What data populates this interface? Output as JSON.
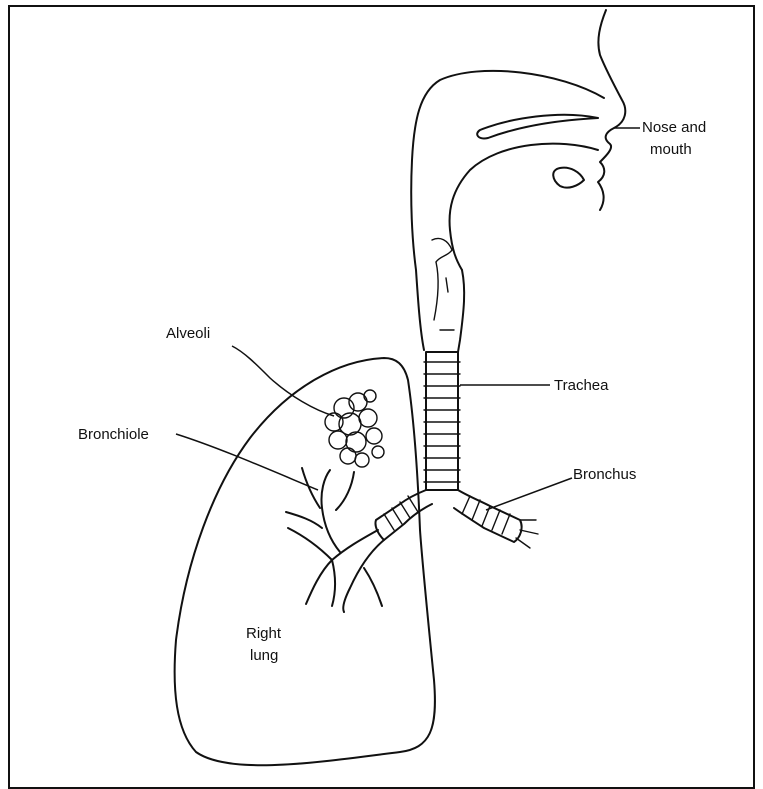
{
  "labels": {
    "nose_mouth_1": "Nose and",
    "nose_mouth_2": "mouth",
    "alveoli": "Alveoli",
    "trachea": "Trachea",
    "bronchiole": "Bronchiole",
    "bronchus": "Bronchus",
    "right_lung_1": "Right",
    "right_lung_2": "lung"
  }
}
